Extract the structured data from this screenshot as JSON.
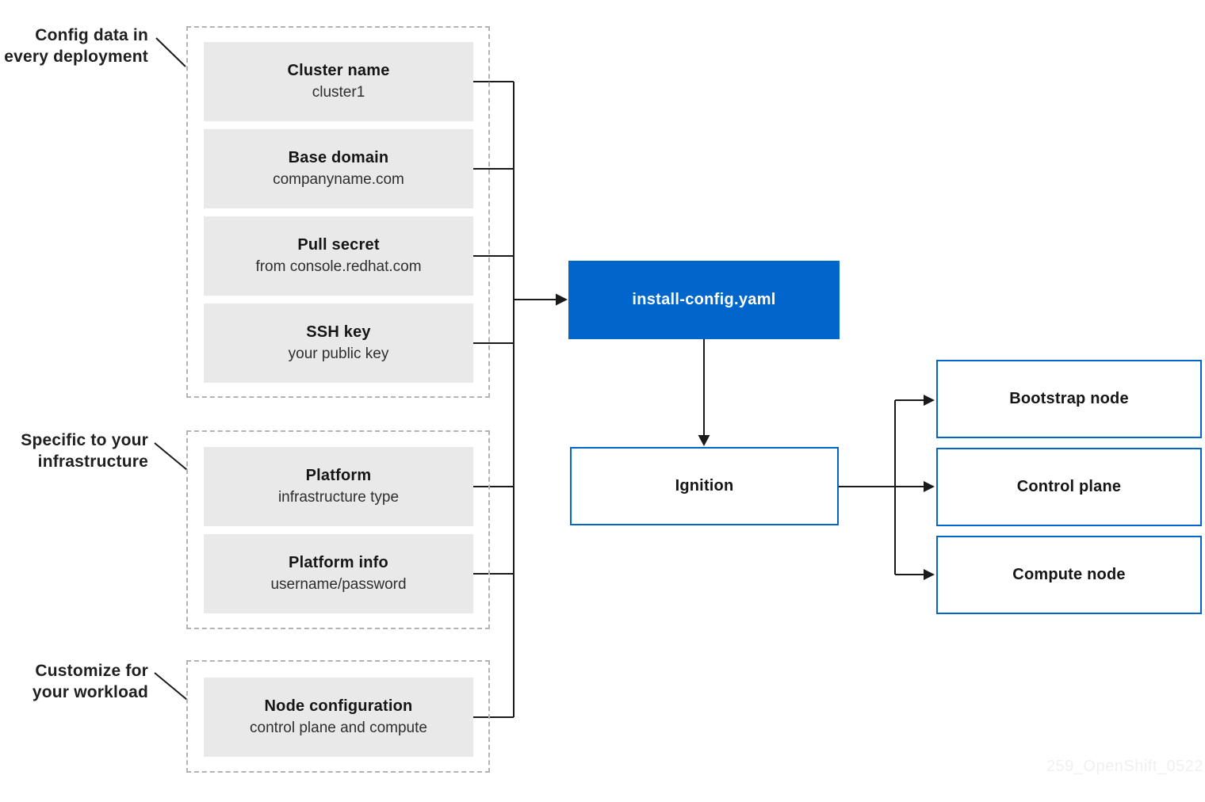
{
  "diagram": {
    "groups": [
      {
        "label_line1": "Config data in",
        "label_line2": "every deployment",
        "boxes": [
          {
            "title": "Cluster name",
            "subtitle": "cluster1"
          },
          {
            "title": "Base domain",
            "subtitle": "companyname.com"
          },
          {
            "title": "Pull secret",
            "subtitle": "from console.redhat.com"
          },
          {
            "title": "SSH key",
            "subtitle": "your public key"
          }
        ]
      },
      {
        "label_line1": "Specific to your",
        "label_line2": "infrastructure",
        "boxes": [
          {
            "title": "Platform",
            "subtitle": "infrastructure type"
          },
          {
            "title": "Platform info",
            "subtitle": "username/password"
          }
        ]
      },
      {
        "label_line1": "Customize for",
        "label_line2": "your workload",
        "boxes": [
          {
            "title": "Node configuration",
            "subtitle": "control plane and compute"
          }
        ]
      }
    ],
    "config_file_label": "install-config.yaml",
    "ignition_label": "Ignition",
    "nodes": [
      "Bootstrap node",
      "Control plane",
      "Compute node"
    ],
    "watermark": "259_OpenShift_0522",
    "colors": {
      "accent_blue": "#0066cc",
      "box_gray": "#e9e9e9",
      "line_black": "#1a1a1a",
      "dashed_gray": "#b3b3b3",
      "watermark_gray": "#eff0f1"
    }
  }
}
